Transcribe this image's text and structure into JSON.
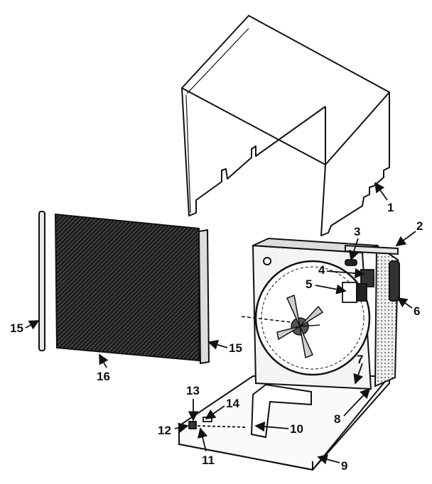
{
  "callouts": {
    "c1": "1",
    "c2": "2",
    "c3": "3",
    "c4": "4",
    "c5": "5",
    "c6": "6",
    "c7": "7",
    "c8": "8",
    "c9": "9",
    "c10": "10",
    "c11": "11",
    "c12": "12",
    "c13": "13",
    "c14": "14",
    "c15_left": "15",
    "c15_right": "15",
    "c16": "16"
  }
}
